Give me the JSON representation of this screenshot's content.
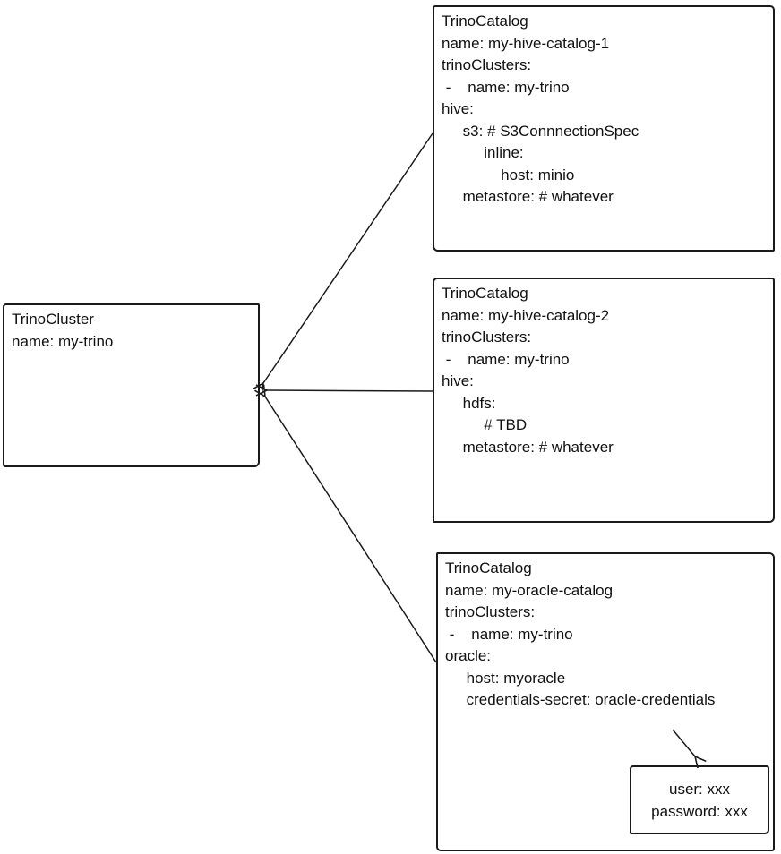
{
  "page": {
    "background_color": "#ffffff",
    "stroke_color": "#1a1a1a"
  },
  "cluster_box": {
    "lines": [
      "TrinoCluster",
      "name: my-trino"
    ]
  },
  "catalog_boxes": [
    {
      "lines": [
        "TrinoCatalog",
        "name: my-hive-catalog-1",
        "trinoClusters:",
        " -    name: my-trino",
        "hive:",
        "     s3: # S3ConnnectionSpec",
        "          inline:",
        "              host: minio",
        "     metastore: # whatever"
      ]
    },
    {
      "lines": [
        "TrinoCatalog",
        "name: my-hive-catalog-2",
        "trinoClusters:",
        " -    name: my-trino",
        "hive:",
        "     hdfs:",
        "          # TBD",
        "     metastore: # whatever"
      ]
    },
    {
      "lines": [
        "TrinoCatalog",
        "name: my-oracle-catalog",
        "trinoClusters:",
        " -    name: my-trino",
        "oracle:",
        "     host: myoracle",
        "     credentials-secret: oracle-credentials"
      ]
    }
  ],
  "secret_box": {
    "lines": [
      "user: xxx",
      "password: xxx"
    ]
  }
}
